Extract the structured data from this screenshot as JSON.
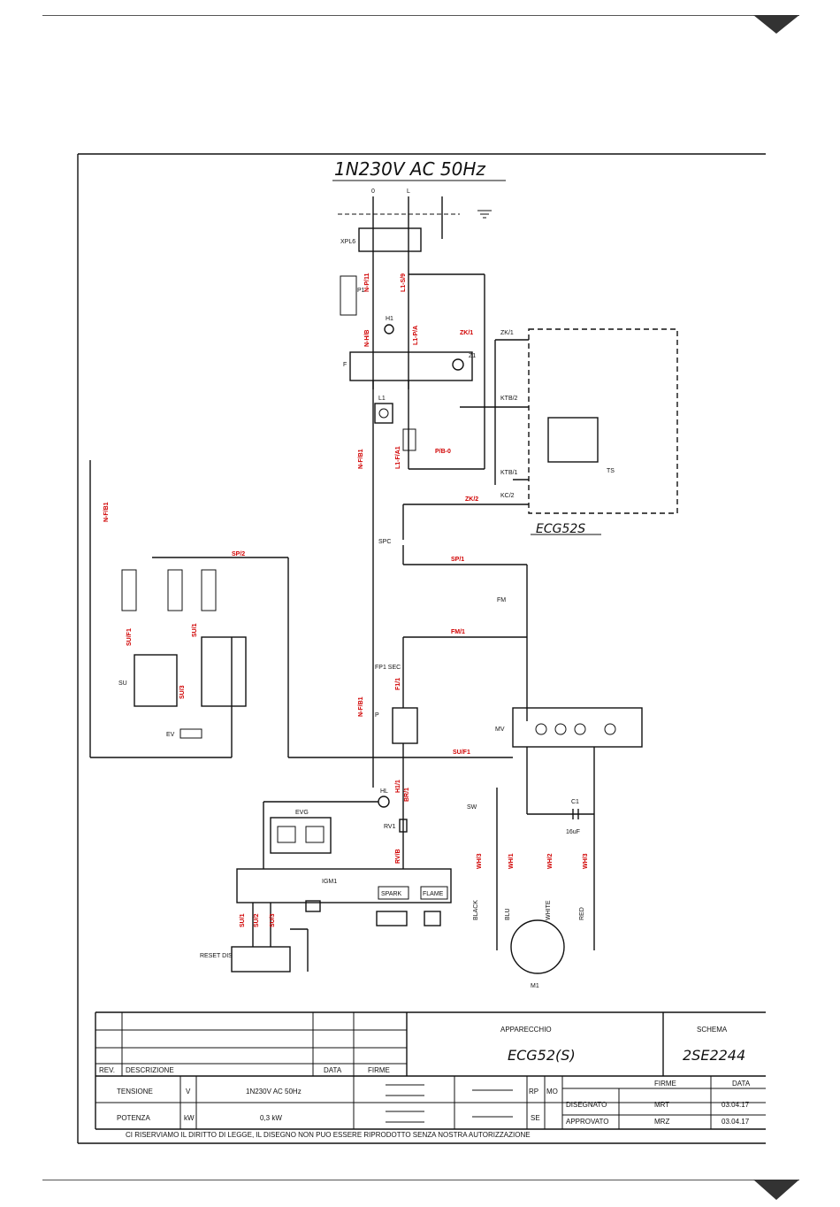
{
  "header_marker_icon": "triangle-down-icon",
  "supply_title": "1N230V AC 50Hz",
  "supply_terminals": [
    "0",
    "L"
  ],
  "components": {
    "xpl": "XPL6",
    "p1": "P1",
    "h1": "H1",
    "f": "F",
    "z1": "Z1",
    "l1": "L1",
    "spc": "SPC",
    "fm": "FM",
    "fp1": "FP1 SEC",
    "p": "P",
    "mv": "MV",
    "su": "SU",
    "ev": "EV",
    "evg": "EVG",
    "hl": "HL",
    "rv1": "RV1",
    "igm1": "IGM1",
    "spark": "SPARK",
    "flame": "FLAME",
    "reset": "RESET DIS",
    "sw": "SW",
    "c1": "C1",
    "c1_value": "16uF",
    "m1": "M1",
    "ts": "TS",
    "board": "ECG52S"
  },
  "wire_labels": [
    "N-P/11",
    "L1-S/9",
    "N-H/B",
    "L1-P/A",
    "ZK/1",
    "ZK/1",
    "KTB/2",
    "KTB/1",
    "ZK/2",
    "KC/2",
    "N-F/B1",
    "L1-F/A1",
    "P/B-0",
    "N-F/B1",
    "SP/2",
    "SP/1",
    "FM/1",
    "SU/F1",
    "SU/1",
    "SU/3",
    "N-F/B1",
    "F1/1",
    "SU/F1",
    "RV/B",
    "H1/1",
    "SU/1",
    "SU/2",
    "SU/3",
    "WH/3",
    "WH/1",
    "WH/2",
    "WH/3",
    "BR/1"
  ],
  "motor_wire_colors": [
    "BLACK",
    "BLU",
    "WHITE",
    "RED"
  ],
  "title_block": {
    "rev": "REV.",
    "descrizione": "DESCRIZIONE",
    "data": "DATA",
    "firme": "FIRME",
    "apparecchio_label": "APPARECCHIO",
    "apparecchio_value": "ECG52(S)",
    "schema_label": "SCHEMA",
    "schema_value": "2SE2244",
    "tensione_label": "TENSIONE",
    "tensione_unit": "V",
    "tensione_value": "1N230V AC 50Hz",
    "potenza_label": "POTENZA",
    "potenza_unit": "kW",
    "potenza_value": "0,3 kW",
    "rp": "RP",
    "mo": "MO",
    "se": "SE",
    "firme_col": "FIRME",
    "data_col": "DATA",
    "disegnato_label": "DISEGNATO",
    "disegnato_sig": "MRT",
    "disegnato_date": "03.04.17",
    "approvato_label": "APPROVATO",
    "approvato_sig": "MRZ",
    "approvato_date": "03.04.17",
    "footer_note": "CI RISERVIAMO IL DIRITTO DI LEGGE, IL DISEGNO NON PUO ESSERE RIPRODOTTO SENZA NOSTRA AUTORIZZAZIONE"
  }
}
